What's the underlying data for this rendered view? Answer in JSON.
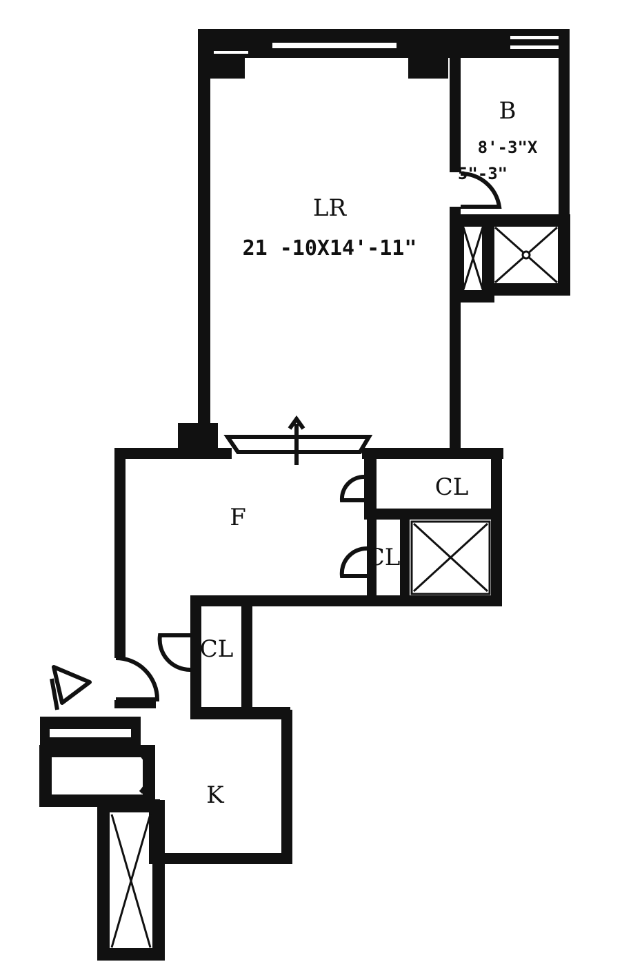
{
  "plan": {
    "rooms": {
      "living_room": {
        "label": "LR",
        "dimensions": "21 -10X14'-11\""
      },
      "bedroom": {
        "label": "B",
        "dimensions_line1": "8'-3\"X",
        "dimensions_line2": "5\"-3\""
      },
      "foyer": {
        "label": "F"
      },
      "kitchen": {
        "label": "K"
      },
      "closet_upper": {
        "label": "CL"
      },
      "closet_middle": {
        "label": "CL"
      },
      "closet_lower": {
        "label": "CL"
      }
    }
  }
}
